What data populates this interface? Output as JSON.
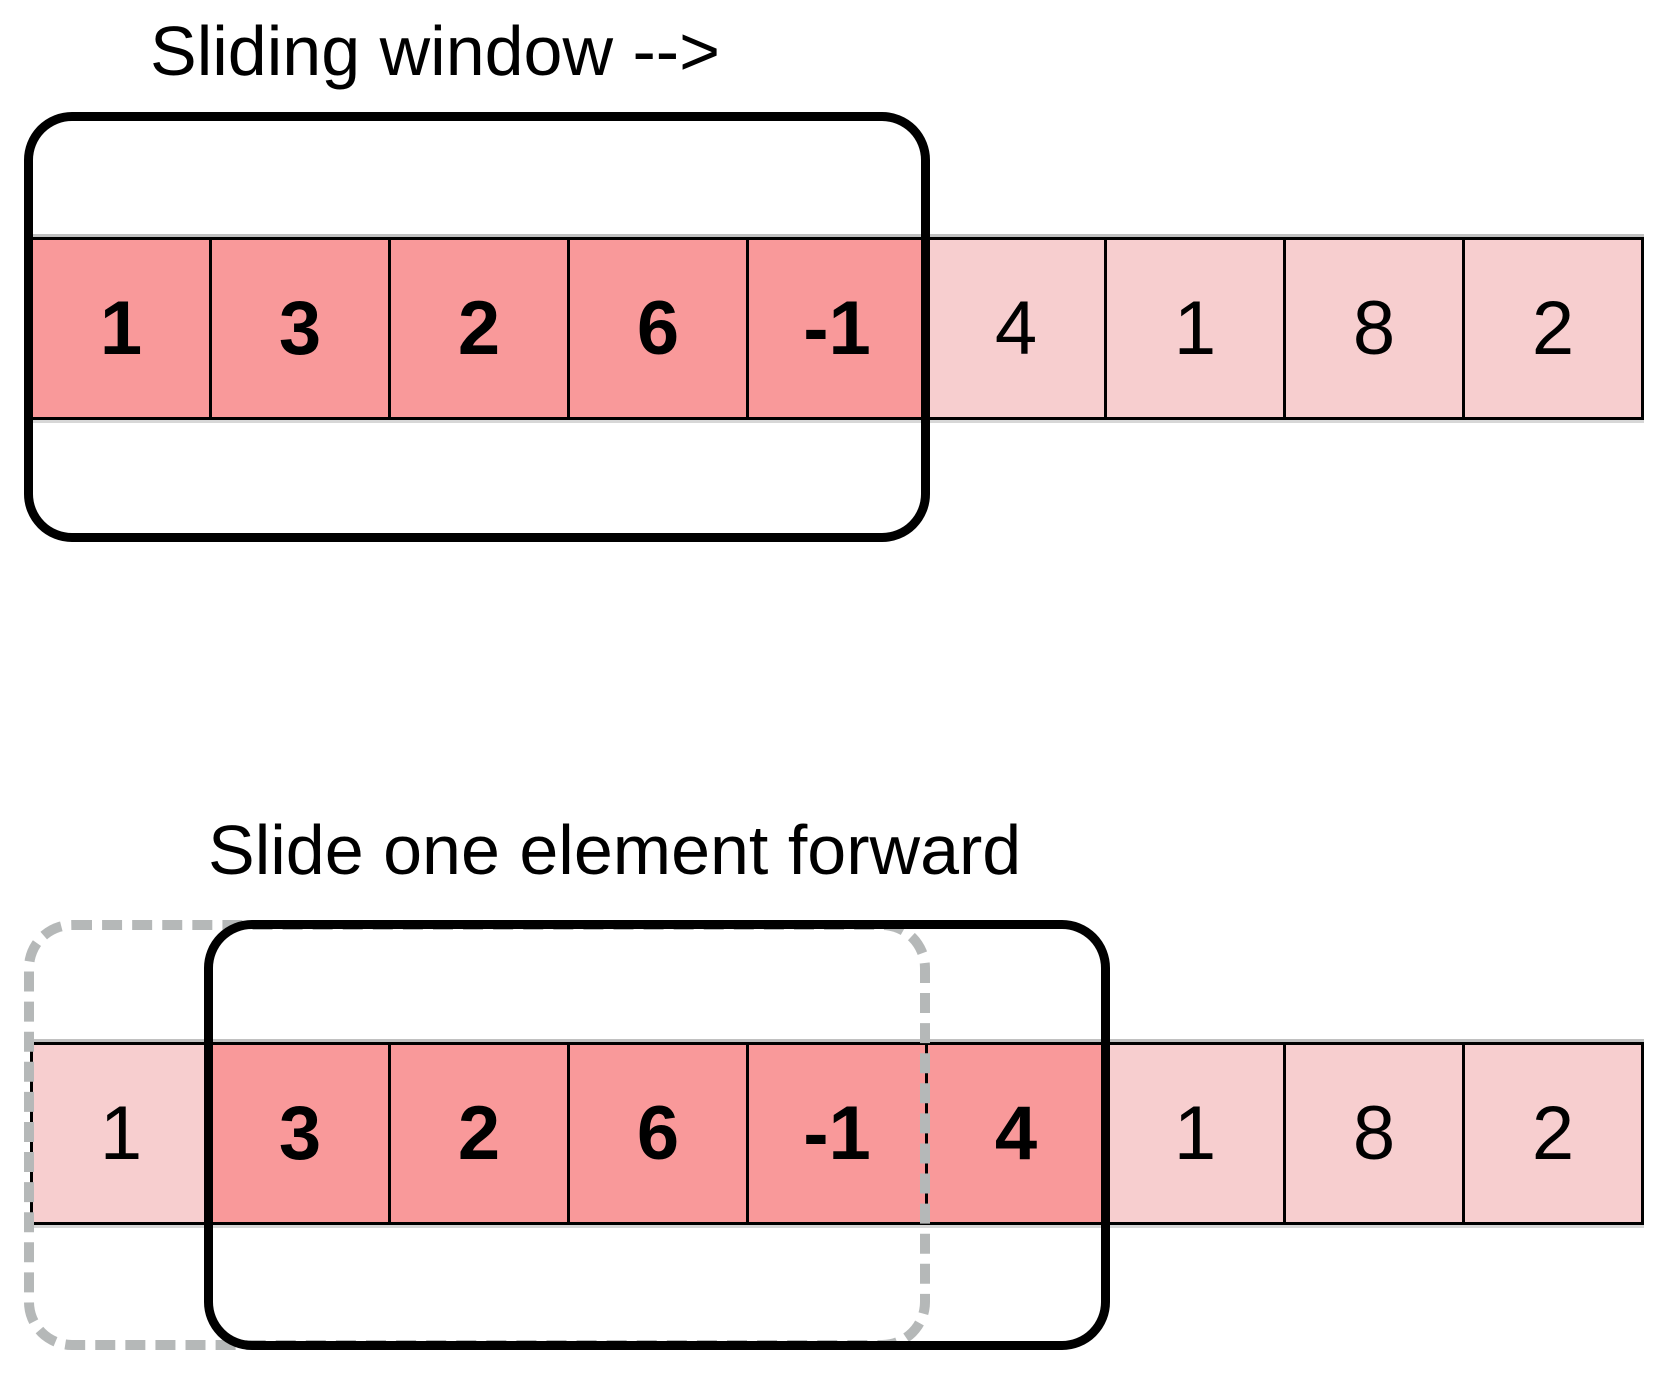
{
  "colors": {
    "background": "#ffffff",
    "window_cell_fill": "#f9999a",
    "outside_cell_fill": "#f7cecf",
    "cell_border": "#000000",
    "window_border": "#000000",
    "previous_window_border": "#b5b8b8",
    "text": "#000000"
  },
  "step1": {
    "label": "Sliding window -->",
    "window": {
      "start_index": 0,
      "end_index": 4
    },
    "cells": [
      {
        "value": "1",
        "in_window": true
      },
      {
        "value": "3",
        "in_window": true
      },
      {
        "value": "2",
        "in_window": true
      },
      {
        "value": "6",
        "in_window": true
      },
      {
        "value": "-1",
        "in_window": true
      },
      {
        "value": "4",
        "in_window": false
      },
      {
        "value": "1",
        "in_window": false
      },
      {
        "value": "8",
        "in_window": false
      },
      {
        "value": "2",
        "in_window": false
      }
    ]
  },
  "step2": {
    "label": "Slide one element forward",
    "window": {
      "start_index": 1,
      "end_index": 5
    },
    "previous_window": {
      "start_index": 0,
      "end_index": 4
    },
    "cells": [
      {
        "value": "1",
        "in_window": false
      },
      {
        "value": "3",
        "in_window": true
      },
      {
        "value": "2",
        "in_window": true
      },
      {
        "value": "6",
        "in_window": true
      },
      {
        "value": "-1",
        "in_window": true
      },
      {
        "value": "4",
        "in_window": true
      },
      {
        "value": "1",
        "in_window": false
      },
      {
        "value": "8",
        "in_window": false
      },
      {
        "value": "2",
        "in_window": false
      }
    ]
  }
}
